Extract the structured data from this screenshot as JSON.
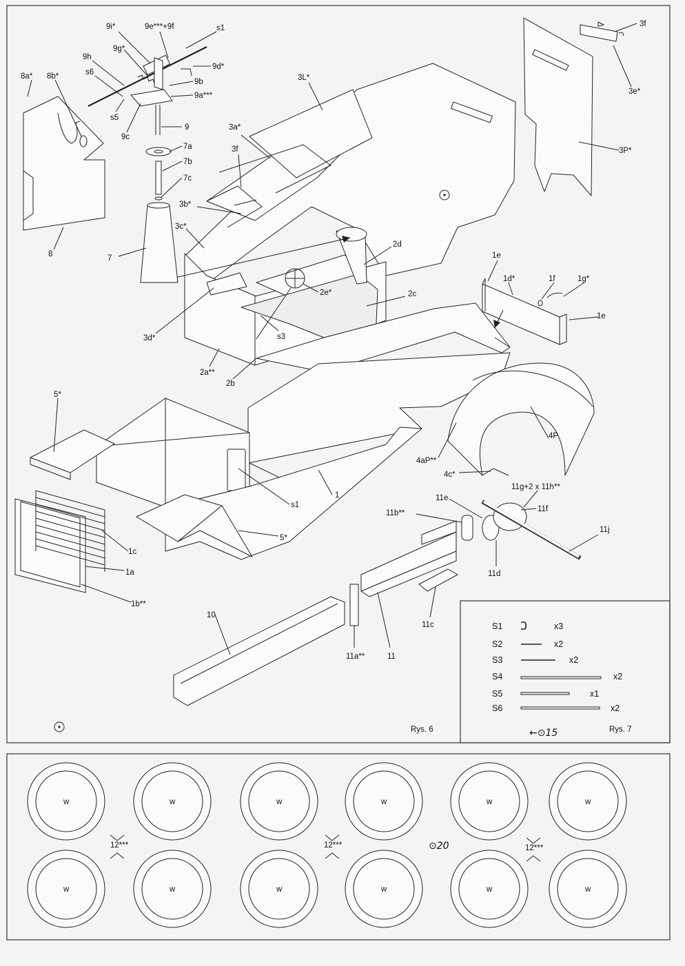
{
  "figure_labels": {
    "rys6": "Rys. 6",
    "rys7": "Rys. 7"
  },
  "part_labels": {
    "p9i": "9i*",
    "p9e9f": "9e***+9f",
    "s1a": "s1",
    "p9d": "9d*",
    "p9g": "9g*",
    "p9h": "9h",
    "s6": "s6",
    "p9b": "9b",
    "p9a": "9a***",
    "s5": "s5",
    "p9c": "9c",
    "p9": "9",
    "p8a": "8a*",
    "p8b": "8b*",
    "p8": "8",
    "p7a": "7a",
    "p7b": "7b",
    "p7c": "7c",
    "p7": "7",
    "p3L": "3L*",
    "p3a": "3a*",
    "p3f": "3f",
    "p3b": "3b*",
    "p3c": "3c*",
    "p3d": "3d*",
    "p2d": "2d",
    "p2e": "2e*",
    "p2c": "2c",
    "s3": "s3",
    "p2a": "2a**",
    "p2b": "2b",
    "p3f2": "3f",
    "p3e": "3e*",
    "p3P": "3P*",
    "p1e": "1e",
    "p1d": "1d*",
    "p1f": "1f",
    "p1g": "1g*",
    "p1e2": "1e",
    "p5a": "5*",
    "s1b": "s1",
    "p1": "1",
    "p5b": "5*",
    "p1c": "1c",
    "p1a": "1a",
    "p1b": "1b**",
    "p4P": "4P",
    "p4aP": "4aP**",
    "p4c": "4c*",
    "p11g": "11g+2 x 11h**",
    "p11e": "11e",
    "p11f": "11f",
    "p11b": "11b**",
    "p11j": "11j",
    "p11d": "11d",
    "p11c": "11c",
    "p10": "10",
    "p11a": "11a**",
    "p11": "11"
  },
  "handwritten": {
    "sheet15": "←⊙15",
    "sheet20": "⊙20"
  },
  "wire_table": {
    "rows": [
      {
        "name": "S1",
        "qty": "x3"
      },
      {
        "name": "S2",
        "qty": "x2"
      },
      {
        "name": "S3",
        "qty": "x2"
      },
      {
        "name": "S4",
        "qty": "x2"
      },
      {
        "name": "S5",
        "qty": "x1"
      },
      {
        "name": "S6",
        "qty": "x2"
      }
    ]
  },
  "wheels": {
    "label": "w",
    "group_label": "12***",
    "count": 12
  }
}
